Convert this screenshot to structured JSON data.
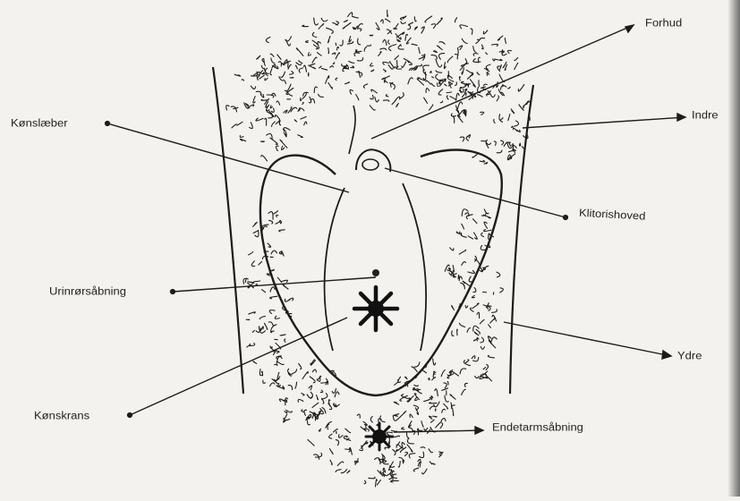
{
  "labels": {
    "forhud": "Forhud",
    "indre": "Indre",
    "kaensleber": "Kønslæber",
    "klitorishoved": "Klitorishoved",
    "urinroersaabning": "Urinrørsåbning",
    "kaenskrans": "Kønskrans",
    "endetarmsaabning": "Endetarmsåbning",
    "ydre": "Ydre"
  },
  "colors": {
    "paper": "#f3f2ee",
    "ink": "#1c1c1c"
  }
}
